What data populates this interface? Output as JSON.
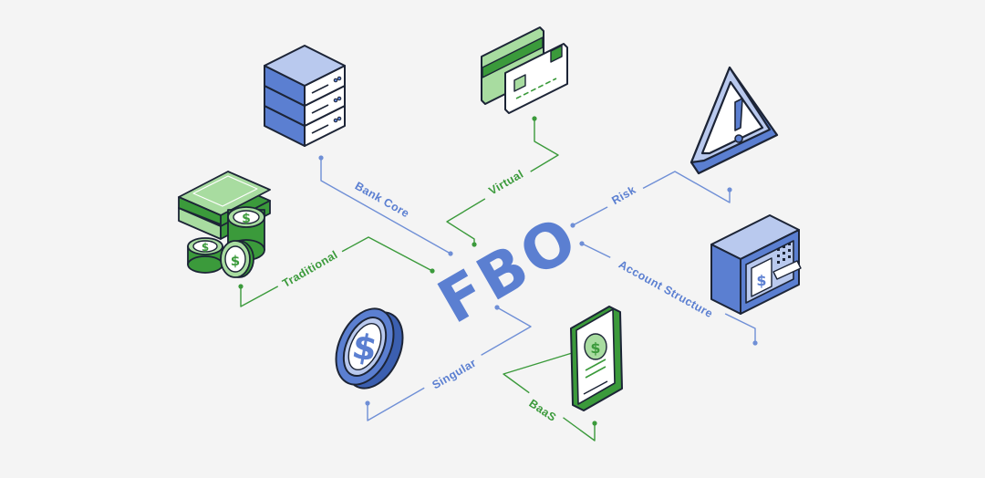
{
  "center": {
    "text": "FBO"
  },
  "nodes": [
    {
      "label": "Bank Core",
      "icon": "server-stack-icon",
      "color": "#6f8fd6"
    },
    {
      "label": "Virtual",
      "icon": "credit-cards-icon",
      "color": "#3b9a3b"
    },
    {
      "label": "Risk",
      "icon": "warning-triangle-icon",
      "color": "#6f8fd6"
    },
    {
      "label": "Traditional",
      "icon": "cash-and-coins-icon",
      "color": "#3b9a3b"
    },
    {
      "label": "Account Structure",
      "icon": "safe-vault-icon",
      "color": "#6f8fd6"
    },
    {
      "label": "Singular",
      "icon": "dollar-coin-icon",
      "color": "#6f8fd6"
    },
    {
      "label": "BaaS",
      "icon": "mobile-phone-icon",
      "color": "#3b9a3b"
    }
  ],
  "colors": {
    "blue": "#5b7fd1",
    "blue_light": "#b9c9ee",
    "green": "#3b9a3b",
    "green_light": "#a8dca0",
    "outline": "#1c2436"
  }
}
